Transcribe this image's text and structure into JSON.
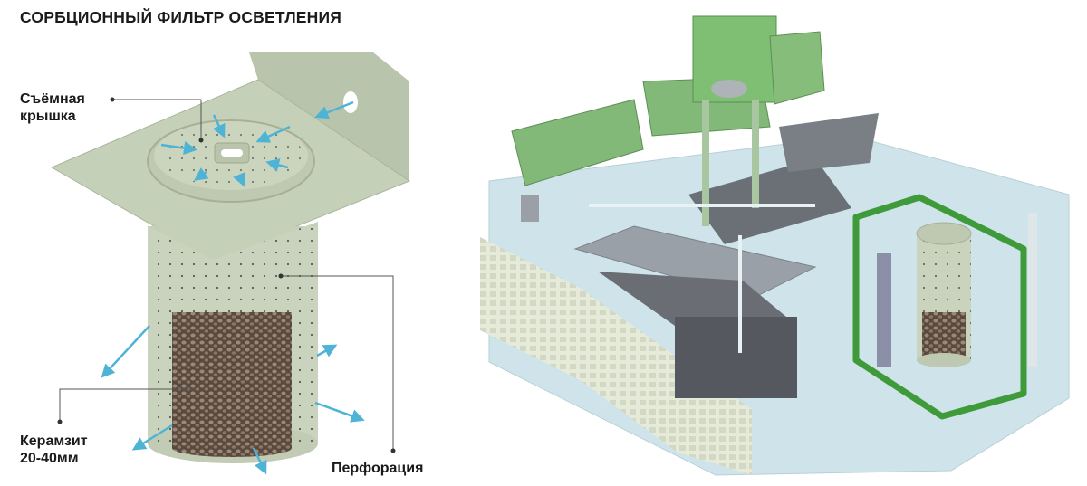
{
  "title": "СОРБЦИОННЫЙ ФИЛЬТР ОСВЕТЛЕНИЯ",
  "labels": {
    "lid": [
      "Съёмная",
      "крышка"
    ],
    "filler": [
      "Керамзит",
      "20-40мм"
    ],
    "perforation": "Перфорация"
  },
  "colors": {
    "body": "#c9d3bd",
    "arrow": "#4fb3d6",
    "highlight": "#3f9a3a",
    "keramzit": "#6b5a4c",
    "water": "#cfe3ea"
  }
}
